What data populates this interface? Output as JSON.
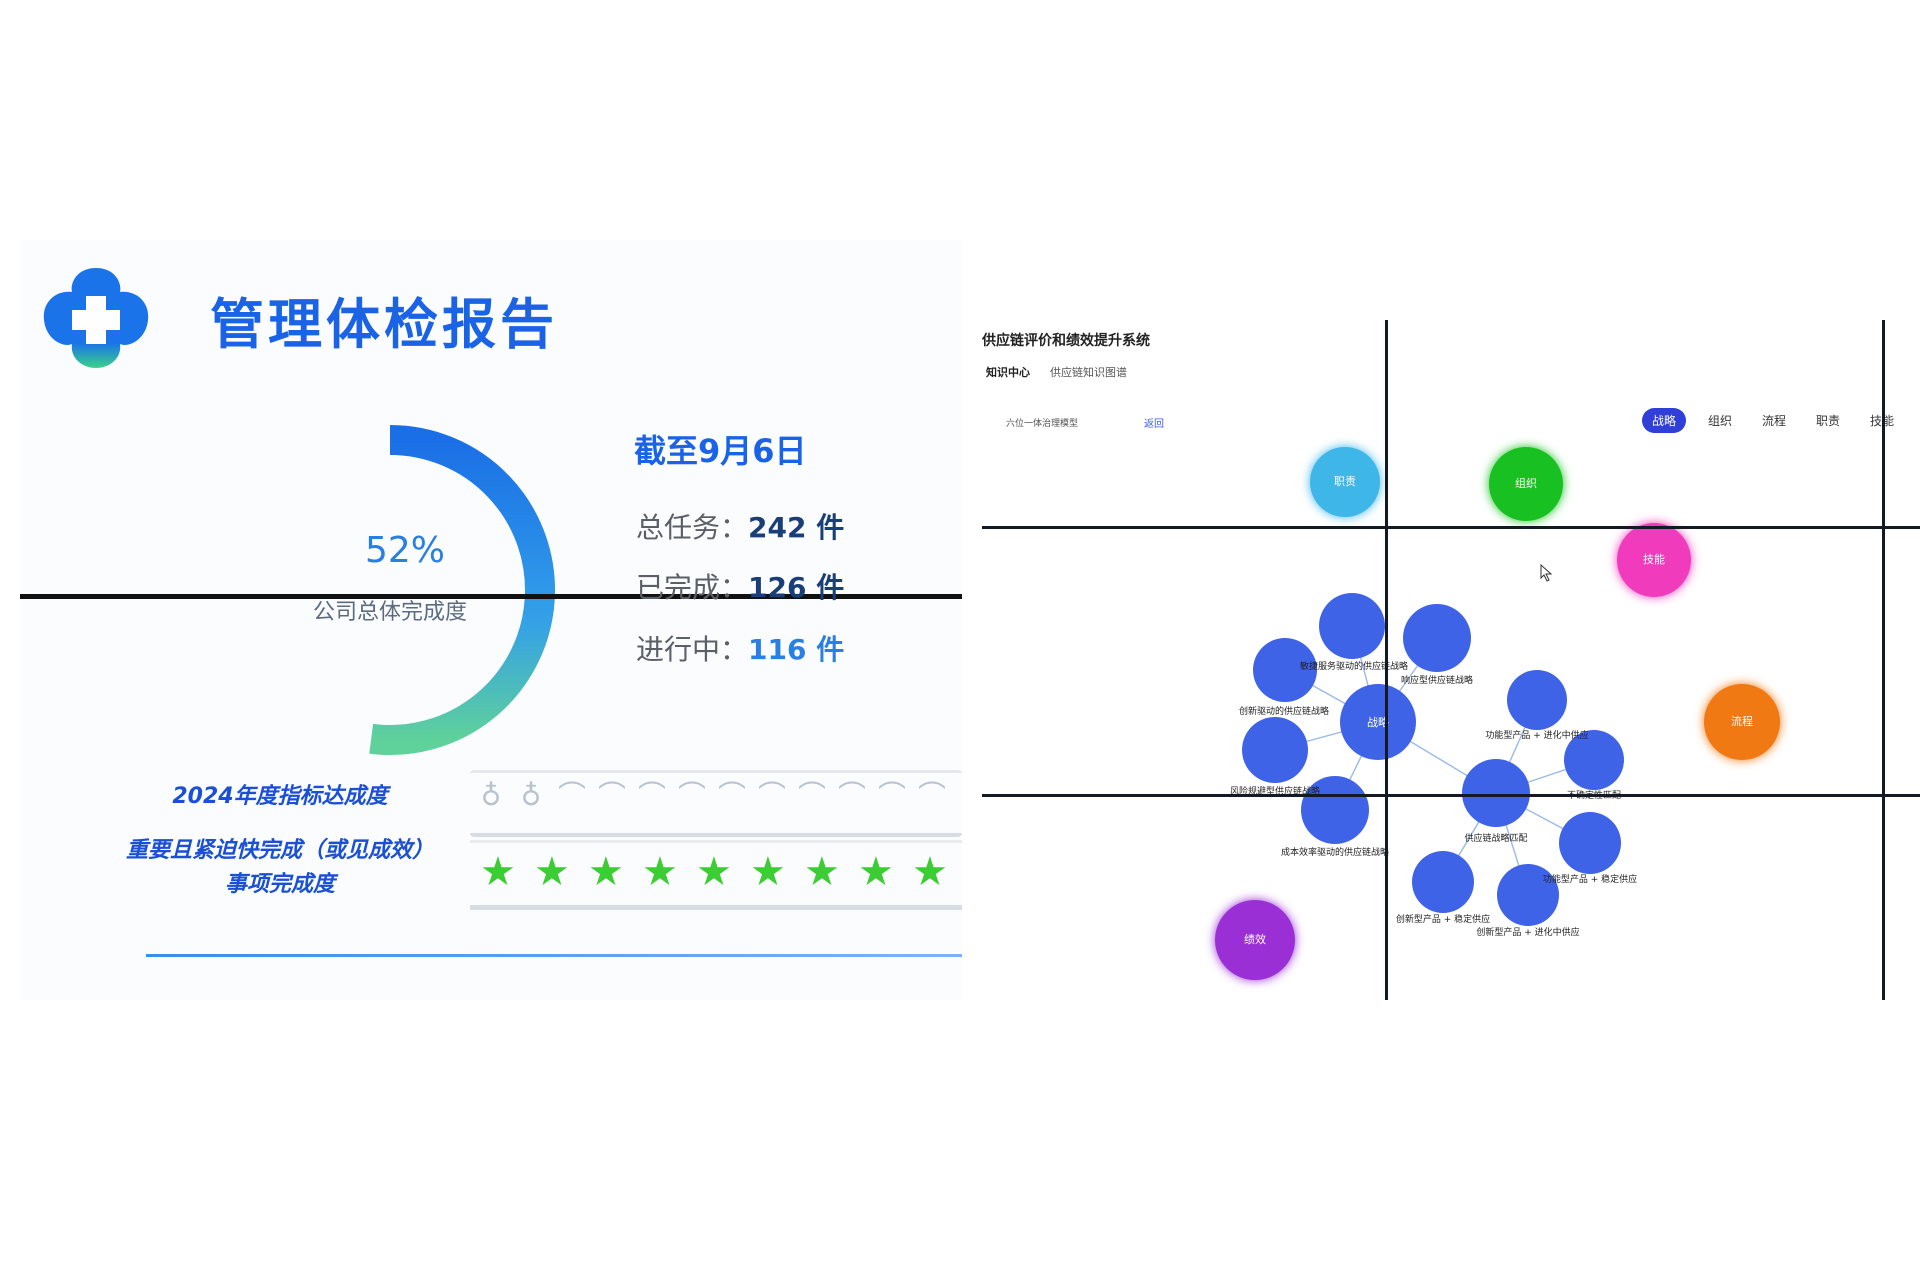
{
  "left": {
    "title": "管理体检报告",
    "gauge": {
      "percent_text": "52%",
      "fraction": 0.52,
      "label": "公司总体完成度"
    },
    "date_heading": "截至9月6日",
    "stats": [
      {
        "label": "总任务：",
        "value": "242 件"
      },
      {
        "label": "已完成：",
        "value": "126 件"
      },
      {
        "label": "进行中：",
        "value": "116 件"
      }
    ],
    "metric_1_label": "2024年度指标达成度",
    "metric_2_label": "重要且紧迫快完成（或见成效）事项完成度",
    "stars_shown": 9
  },
  "right": {
    "system_title": "供应链评价和绩效提升系统",
    "nav": {
      "knowledge_center": "知识中心",
      "knowledge_graph": "供应链知识图谱"
    },
    "model_label": "六位一体治理模型",
    "back_link": "返回",
    "tabs": [
      "战略",
      "组织",
      "流程",
      "职责",
      "技能"
    ],
    "active_tab": "战略",
    "category_nodes": [
      {
        "label": "职责",
        "color": "#3fb6e8"
      },
      {
        "label": "组织",
        "color": "#19c021"
      },
      {
        "label": "技能",
        "color": "#f03cbc"
      },
      {
        "label": "流程",
        "color": "#f07914"
      },
      {
        "label": "绩效",
        "color": "#9a2fd6"
      }
    ],
    "strategy_hub": "战略",
    "match_hub": "供应链战略匹配",
    "strategy_children": [
      "敏捷服务驱动的供应链战略",
      "响应型供应链战略",
      "创新驱动的供应链战略",
      "风险规避型供应链战略",
      "成本效率驱动的供应链战略"
    ],
    "match_children": [
      "功能型产品 + 进化中供应",
      "不确定性匹配",
      "功能型产品 + 稳定供应",
      "创新型产品 + 稳定供应",
      "创新型产品 + 进化中供应"
    ],
    "colors": {
      "cluster_node": "#3f63e6",
      "edge": "#9ab8e8",
      "active_tab": "#2f3fd8"
    }
  }
}
